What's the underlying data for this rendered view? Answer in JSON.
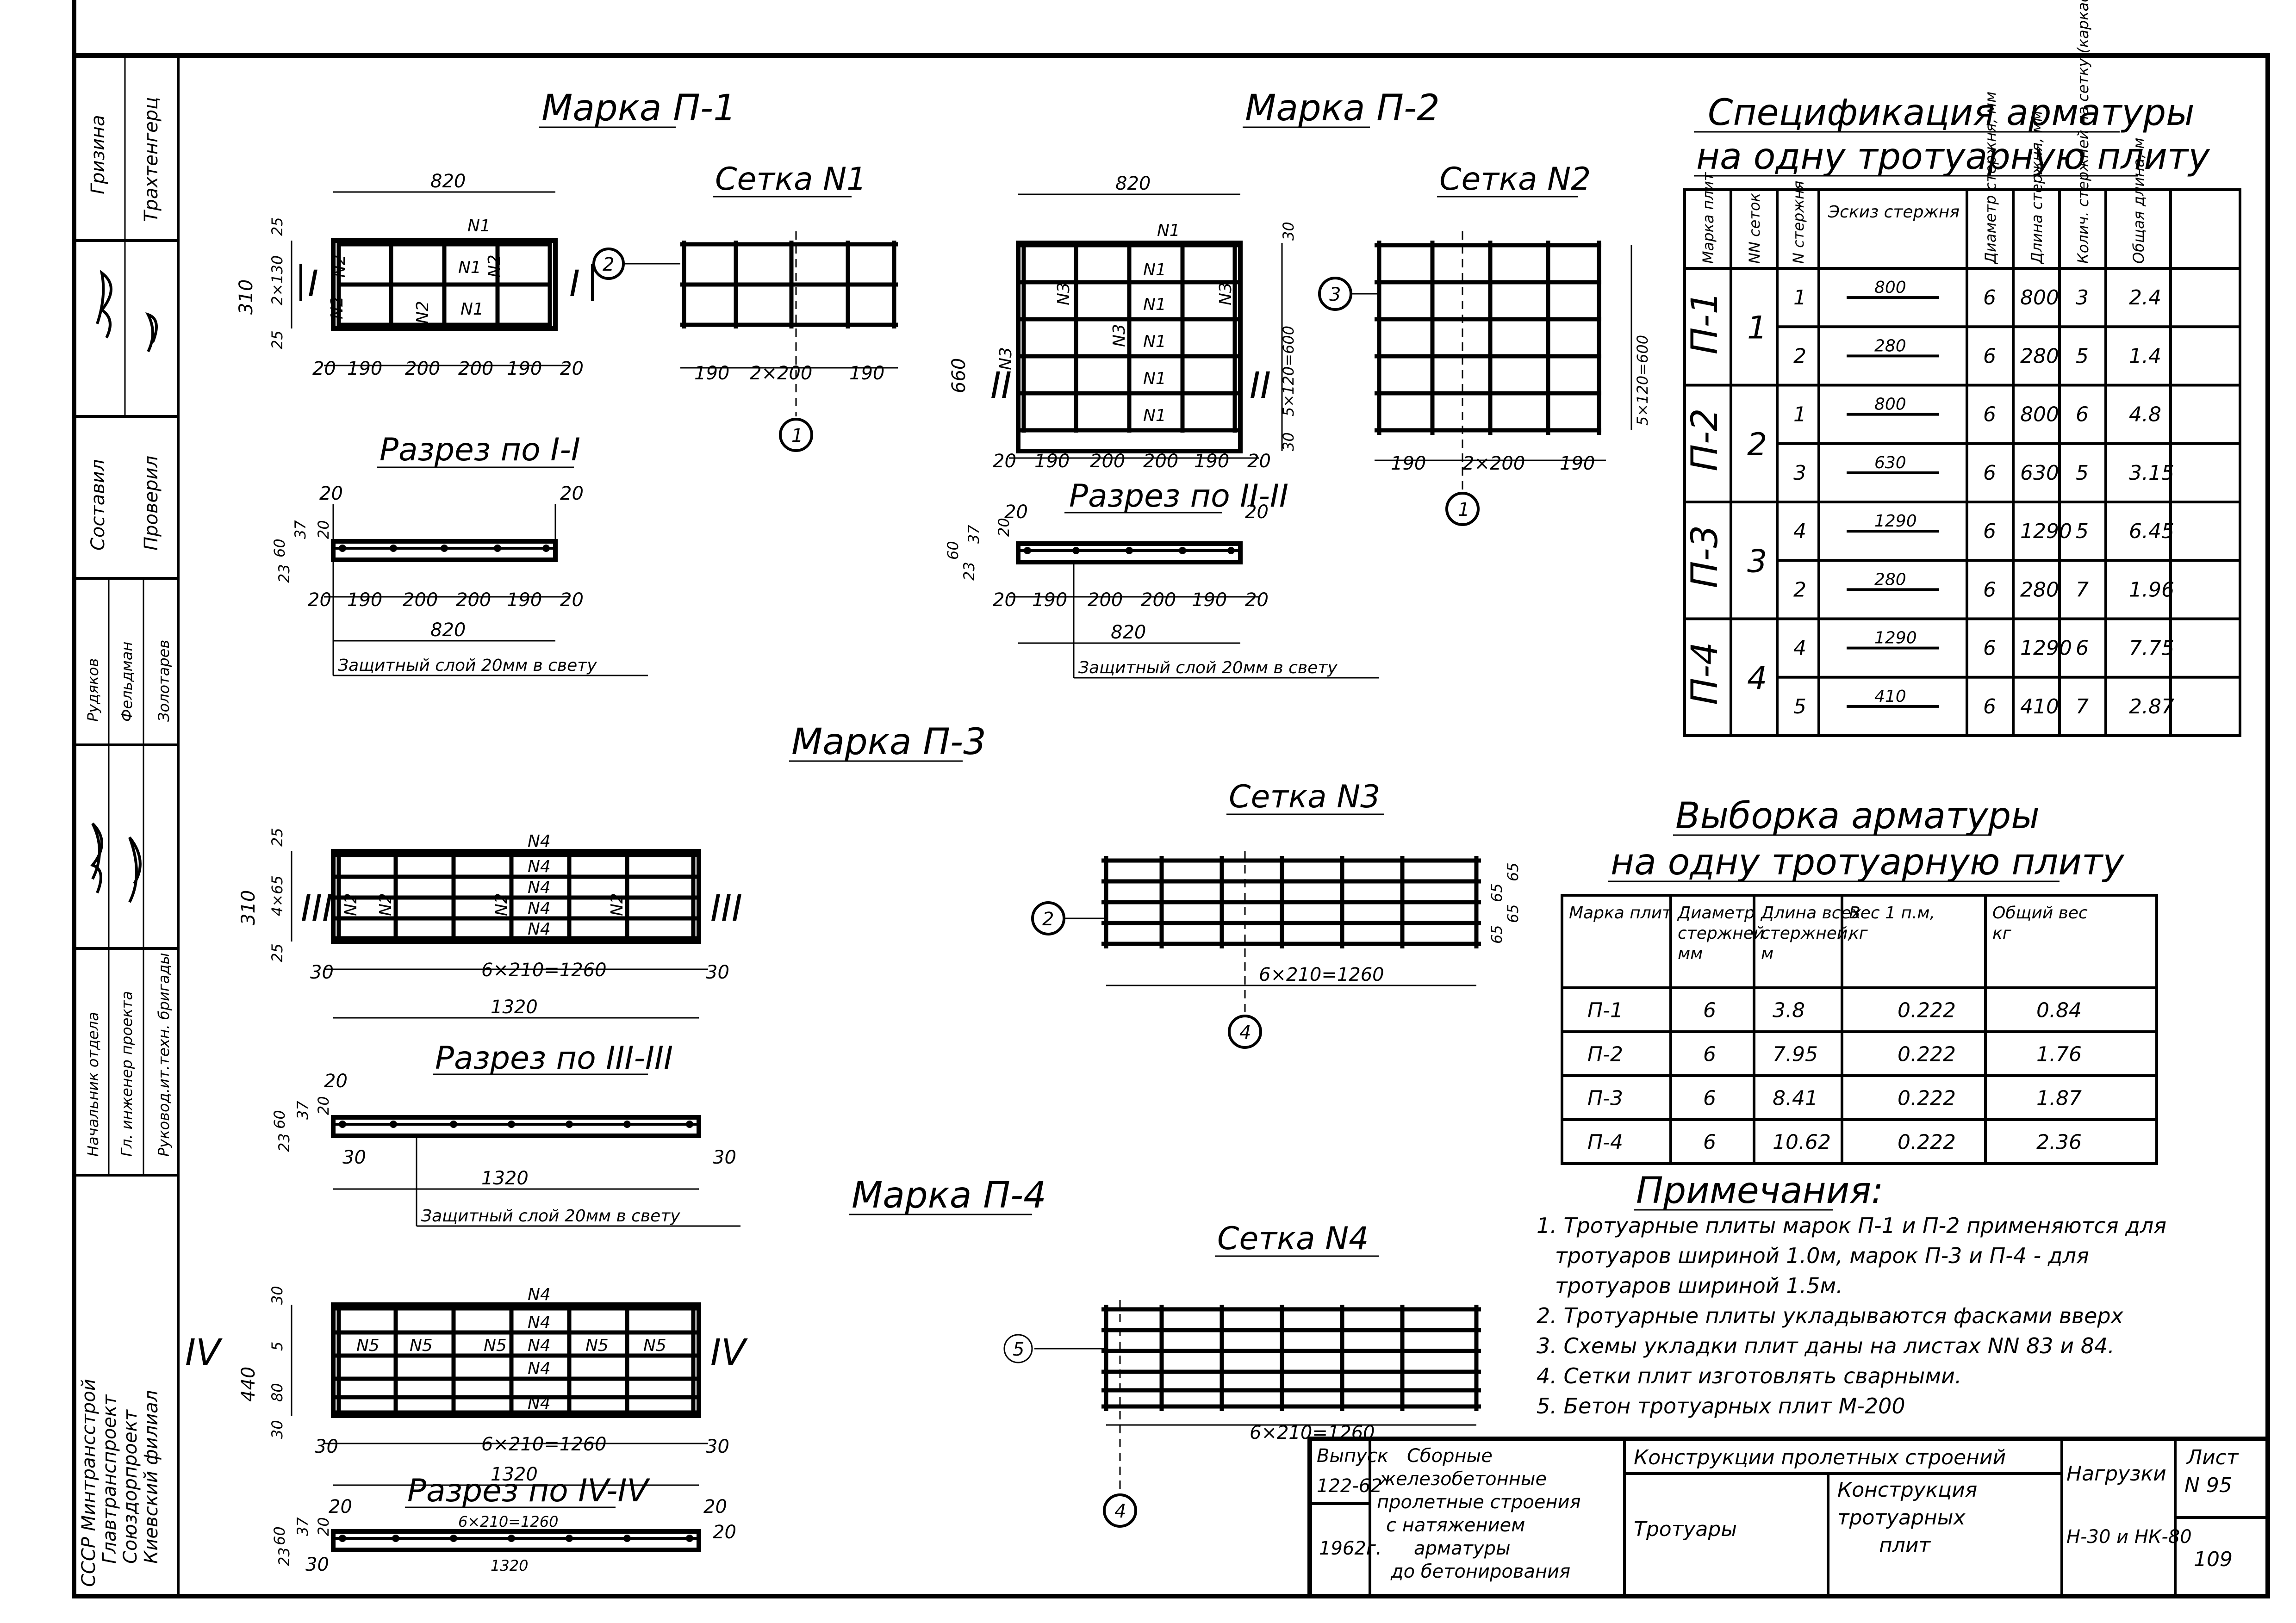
{
  "views": {
    "p1": {
      "title": "Марка П-1",
      "dims": [
        "820",
        "310",
        "2×130",
        "25",
        "25",
        "20",
        "190",
        "200",
        "200",
        "190",
        "20"
      ],
      "labels": [
        "N1",
        "N2",
        "N2",
        "N2",
        "N1",
        "N2",
        "N1",
        "I",
        "I"
      ],
      "setka_title": "Сетка N1",
      "setka_dims": [
        "190",
        "2×200",
        "190"
      ],
      "setka_refs": [
        "2",
        "1"
      ],
      "section_title": "Разрез по I-I",
      "section_dims": [
        "20",
        "37",
        "20",
        "60",
        "23",
        "20",
        "20",
        "190",
        "200",
        "200",
        "190",
        "20",
        "820"
      ],
      "cover_note": "Защитный слой 20мм в свету"
    },
    "p2": {
      "title": "Марка П-2",
      "dims": [
        "820",
        "30",
        "660",
        "5×120=600",
        "30",
        "20",
        "190",
        "200",
        "200",
        "190",
        "20"
      ],
      "labels": [
        "N1",
        "N1",
        "N1",
        "N1",
        "N1",
        "N1",
        "N3",
        "N3",
        "N3",
        "N3",
        "II",
        "II"
      ],
      "setka_title": "Сетка N2",
      "setka_dims": [
        "190",
        "2×200",
        "190",
        "5×120=600"
      ],
      "setka_refs": [
        "3",
        "1"
      ],
      "section_title": "Разрез по II-II",
      "section_dims": [
        "20",
        "37",
        "20",
        "60",
        "23",
        "20",
        "20",
        "190",
        "200",
        "200",
        "190",
        "20",
        "820"
      ],
      "cover_note": "Защитный слой 20мм в свету"
    },
    "p3": {
      "title": "Марка П-3",
      "dims": [
        "310",
        "4×65",
        "25",
        "25",
        "30",
        "6×210=1260",
        "30",
        "1320"
      ],
      "labels": [
        "N4",
        "N4",
        "N4",
        "N4",
        "N4",
        "N2",
        "N2",
        "N2",
        "N2",
        "III",
        "III"
      ],
      "setka_title": "Сетка N3",
      "setka_dims": [
        "65",
        "65",
        "65",
        "65",
        "6×210=1260"
      ],
      "setka_refs": [
        "2",
        "4"
      ],
      "section_title": "Разрез по III-III",
      "section_dims": [
        "20",
        "37",
        "20",
        "60",
        "23",
        "30",
        "1320",
        "30"
      ],
      "cover_note": "Защитный слой 20мм в свету"
    },
    "p4": {
      "title": "Марка П-4",
      "dims": [
        "440",
        "30",
        "5",
        "80",
        "30",
        "6×210=1260",
        "30",
        "1320"
      ],
      "labels": [
        "N4",
        "N4",
        "N4",
        "N4",
        "N4",
        "N5",
        "N5",
        "N5",
        "N5",
        "N5",
        "IV",
        "IV"
      ],
      "setka_title": "Сетка N4",
      "setka_dims": [
        "6×210=1260"
      ],
      "setka_refs": [
        "5",
        "4"
      ],
      "section_title": "Разрез по IV-IV",
      "section_dims": [
        "20",
        "37",
        "20",
        "60",
        "23",
        "30",
        "6×210=1260",
        "1320",
        "20",
        "20"
      ]
    }
  },
  "spec": {
    "title1": "Спецификация арматуры",
    "title2": "на одну тротуарную плиту",
    "headers": [
      "Марка плит",
      "NN сеток",
      "N стержня",
      "Эскиз стержня",
      "Диаметр стержня, мм",
      "Длина стержня, мм",
      "Колич. стержней на сетку (каркас)",
      "Общая длина, м"
    ],
    "groups": [
      {
        "plate": "П-1",
        "setka": "1",
        "rows": [
          [
            "1",
            "800",
            "6",
            "800",
            "3",
            "2.4"
          ],
          [
            "2",
            "280",
            "6",
            "280",
            "5",
            "1.4"
          ]
        ]
      },
      {
        "plate": "П-2",
        "setka": "2",
        "rows": [
          [
            "1",
            "800",
            "6",
            "800",
            "6",
            "4.8"
          ],
          [
            "3",
            "630",
            "6",
            "630",
            "5",
            "3.15"
          ]
        ]
      },
      {
        "plate": "П-3",
        "setka": "3",
        "rows": [
          [
            "4",
            "1290",
            "6",
            "1290",
            "5",
            "6.45"
          ],
          [
            "2",
            "280",
            "6",
            "280",
            "7",
            "1.96"
          ]
        ]
      },
      {
        "plate": "П-4",
        "setka": "4",
        "rows": [
          [
            "4",
            "1290",
            "6",
            "1290",
            "6",
            "7.75"
          ],
          [
            "5",
            "410",
            "6",
            "410",
            "7",
            "2.87"
          ]
        ]
      }
    ]
  },
  "vyborka": {
    "title1": "Выборка арматуры",
    "title2": "на одну тротуарную плиту",
    "headers": [
      "Марка плит",
      "Диаметр стержней мм",
      "Длина всех стержней, м",
      "Вес 1 п.м, кг",
      "Общий вес кг"
    ],
    "rows": [
      [
        "П-1",
        "6",
        "3.8",
        "0.222",
        "0.84"
      ],
      [
        "П-2",
        "6",
        "7.95",
        "0.222",
        "1.76"
      ],
      [
        "П-3",
        "6",
        "8.41",
        "0.222",
        "1.87"
      ],
      [
        "П-4",
        "6",
        "10.62",
        "0.222",
        "2.36"
      ]
    ]
  },
  "notes": {
    "title": "Примечания:",
    "items": [
      "1. Тротуарные плиты марок П-1 и П-2 применяются для",
      "тротуаров шириной 1.0м, марок П-3 и П-4 - для",
      "тротуаров шириной 1.5м.",
      "2. Тротуарные плиты укладываются фасками вверх",
      "3. Схемы укладки плит даны на листах NN 83 и 84.",
      "4. Сетки плит изготовлять сварными.",
      "5. Бетон тротуарных плит М-200"
    ]
  },
  "side": {
    "cells": [
      "Гризина",
      "Трахтенгерц",
      "Составил",
      "Проверил",
      "Рудяков",
      "Фельдман",
      "Золотарев",
      "Начальник отдела",
      "Гл. инженер проекта",
      "Руковод.ит.техн. бригады"
    ],
    "org": [
      "СССР Минтрансстрой",
      "Главтранспроект",
      "Союздорпроект",
      "Киевский филиал"
    ]
  },
  "title_block": {
    "vypusk_label": "Выпуск",
    "vypusk": "122-62",
    "year": "1962г.",
    "series": [
      "Сборные",
      "железобетонные",
      "пролетные строения",
      "с натяжением",
      "арматуры",
      "до бетонирования"
    ],
    "section": "Конструкции пролетных строений",
    "part": "Тротуары",
    "subject": [
      "Конструкция",
      "тротуарных",
      "плит"
    ],
    "load_label": "Нагрузки",
    "load": "Н-30 и НК-80",
    "sheet_label": "Лист",
    "sheet": "N 95",
    "page": "109"
  }
}
